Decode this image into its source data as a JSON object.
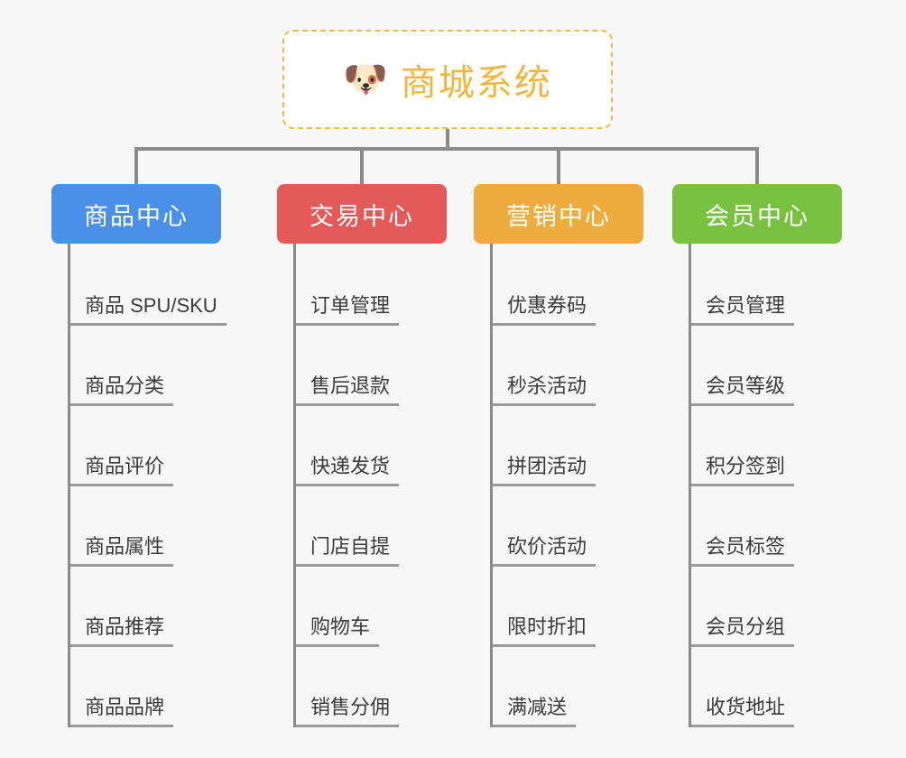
{
  "canvas": {
    "background": "#f7f7f7",
    "connector_color": "#8c8c8c"
  },
  "root": {
    "icon": "shiba-dog-face-emoji",
    "icon_glyph": "🐶",
    "title": "商城系统",
    "title_color": "#f2b63c",
    "border_color": "#f0b849",
    "background": "#ffffff"
  },
  "columns": [
    {
      "label": "商品中心",
      "color": "#4a90e8",
      "items": [
        "商品 SPU/SKU",
        "商品分类",
        "商品评价",
        "商品属性",
        "商品推荐",
        "商品品牌"
      ]
    },
    {
      "label": "交易中心",
      "color": "#e35a58",
      "items": [
        "订单管理",
        "售后退款",
        "快递发货",
        "门店自提",
        "购物车",
        "销售分佣"
      ]
    },
    {
      "label": "营销中心",
      "color": "#eeab3e",
      "items": [
        "优惠券码",
        "秒杀活动",
        "拼团活动",
        "砍价活动",
        "限时折扣",
        "满减送"
      ]
    },
    {
      "label": "会员中心",
      "color": "#79c23f",
      "items": [
        "会员管理",
        "会员等级",
        "积分签到",
        "会员标签",
        "会员分组",
        "收货地址"
      ]
    }
  ]
}
